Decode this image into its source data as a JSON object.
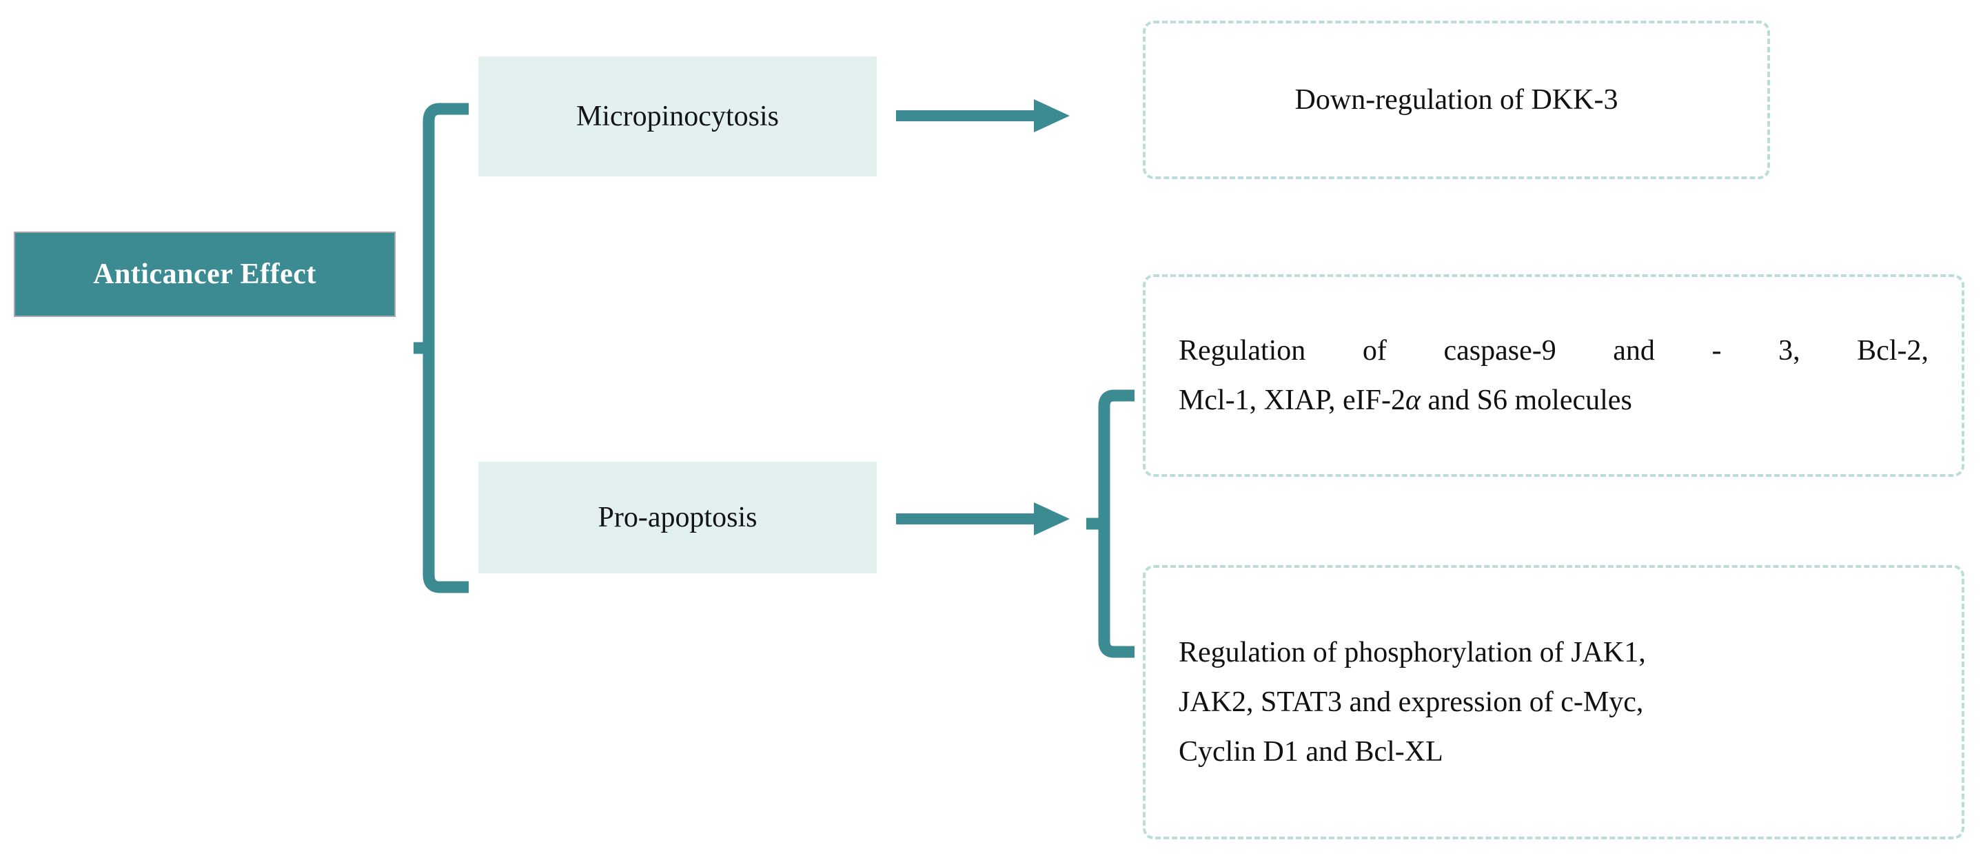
{
  "diagram": {
    "title": "Anticancer Effect mechanism diagram",
    "colors": {
      "teal": "#3d8b92",
      "light_teal_fill": "#e2f0f0",
      "dashed_border": "#bcdcdb",
      "root_border": "#a8a8a8",
      "text": "#101010",
      "root_text": "#ffffff",
      "background": "#ffffff"
    },
    "root": {
      "label": "Anticancer Effect"
    },
    "branches": [
      {
        "id": "micropinocytosis",
        "label": "Micropinocytosis"
      },
      {
        "id": "pro-apoptosis",
        "label": "Pro-apoptosis"
      }
    ],
    "outcomes": [
      {
        "id": "dkk3",
        "from": "micropinocytosis",
        "lines": [
          "Down-regulation of DKK-3"
        ]
      },
      {
        "id": "caspase",
        "from": "pro-apoptosis",
        "lines": [
          "Regulation of caspase-9 and - 3, Bcl-2,",
          "Mcl-1, XIAP, eIF-2α and S6 molecules"
        ]
      },
      {
        "id": "jak-stat",
        "from": "pro-apoptosis",
        "lines": [
          "Regulation of phosphorylation of JAK1,",
          "JAK2, STAT3 and expression of c-Myc,",
          "Cyclin D1 and Bcl-XL"
        ]
      }
    ],
    "connectors": [
      {
        "id": "root-bracket",
        "type": "bracket",
        "from": "root",
        "to": [
          "micropinocytosis",
          "pro-apoptosis"
        ]
      },
      {
        "id": "micro-arrow",
        "type": "arrow",
        "from": "micropinocytosis",
        "to": "dkk3"
      },
      {
        "id": "proapo-arrow",
        "type": "arrow",
        "from": "pro-apoptosis",
        "to": "proapo-bracket"
      },
      {
        "id": "proapo-bracket",
        "type": "bracket",
        "from": "pro-apoptosis",
        "to": [
          "caspase",
          "jak-stat"
        ]
      }
    ]
  }
}
